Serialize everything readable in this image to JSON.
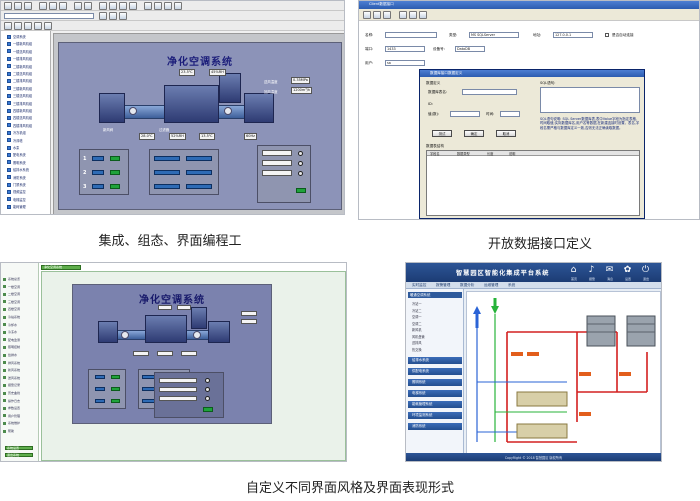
{
  "captions": {
    "top_left": "集成、组态、界面编程工",
    "top_right": "开放数据接口定义",
    "bottom": "自定义不同界面风格及界面表现形式"
  },
  "panel1": {
    "scada_title": "净化空调系统",
    "tree_items": [
      "空调系统",
      "一楼新风机组",
      "一楼送风机组",
      "一楼排风机组",
      "二楼新风机组",
      "二楼送风机组",
      "二楼排风机组",
      "三楼新风机组",
      "三楼送风机组",
      "三楼排风机组",
      "四楼新风机组",
      "四楼送风机组",
      "四楼排风机组",
      "冷冻机组",
      "冷却塔",
      "水泵",
      "配电系统",
      "照明系统",
      "给排水系统",
      "消防系统",
      "门禁系统",
      "视频监控",
      "电梯监控",
      "能耗管理"
    ],
    "readouts": [
      "23.5℃",
      "45%RH",
      "0.35MPa",
      "1200m³/h",
      "28.0℃",
      "52%RH",
      "13.5℃",
      "60Hz"
    ],
    "tags": [
      "送风温度",
      "回风温度",
      "新风阀",
      "过滤器"
    ],
    "ctrl_numbers": [
      "1",
      "2",
      "3"
    ]
  },
  "panel2": {
    "window_title": "Client数据接口",
    "labels": {
      "name": "名称:",
      "type": "类型:",
      "address": "地址:",
      "port": "端口:",
      "device": "设备号:",
      "user": "用户:",
      "auto_connect": "是否自动连接"
    },
    "values": {
      "type": "MS SQLServer",
      "address": "127.0.0.1",
      "port": "1433",
      "device": "DataDB",
      "user": "sa"
    },
    "dialog": {
      "title": "数据库接口数据定义",
      "section": "数据定义",
      "field_table": "数据库表名:",
      "field_id": "ID:",
      "field_value": "值(数):",
      "field_time": "时间:",
      "sql_label": "SQL语句:",
      "buttons": [
        "测试",
        "确定",
        "取消"
      ],
      "help_text": "SQL语句说明: SQL Server数据库表,表中Value字段为指定表格,时间取值;实际数据库名,用户名等数据,在新建连接时设置。表名,字段名需严格与数据库定义一致,否则无法正确读取数据。",
      "table_section": "数据表结构",
      "columns": [
        "字段名",
        "数据类型",
        "长度",
        "说明"
      ]
    }
  },
  "panel3": {
    "scada_title": "净化空调系统",
    "side_items": [
      "系统总览",
      "一楼空调",
      "二楼空调",
      "三楼空调",
      "四楼空调",
      "冷站系统",
      "冷却水",
      "冷冻水",
      "配电监测",
      "照明控制",
      "给排水",
      "排风系统",
      "新风系统",
      "送风系统",
      "报警记录",
      "历史曲线",
      "操作日志",
      "参数设置",
      "用户管理",
      "系统维护",
      "帮助"
    ],
    "green_buttons": [
      "系统设置",
      "退出系统"
    ],
    "tab_label": "净化空调系统"
  },
  "panel4": {
    "title": "智慧园区智能化集成平台系统",
    "header_labels": [
      "首页",
      "报警",
      "消息",
      "设置",
      "退出"
    ],
    "nav": [
      "实时监控",
      "报警管理",
      "数据分析",
      "运维管理",
      "系统"
    ],
    "left_head": "暖通空调系统",
    "left_sub": [
      "冷站一",
      "冷站二",
      "空调一",
      "空调二",
      "新风机",
      "风机盘管",
      "送排风",
      "热交换"
    ],
    "left_blue": [
      "给排水系统",
      "供配电系统",
      "照明系统",
      "电梯系统",
      "能耗管理系统",
      "环境监测系统",
      "消防系统"
    ],
    "footer": "CopyRight © 2018 智慧园区 版权所有"
  }
}
